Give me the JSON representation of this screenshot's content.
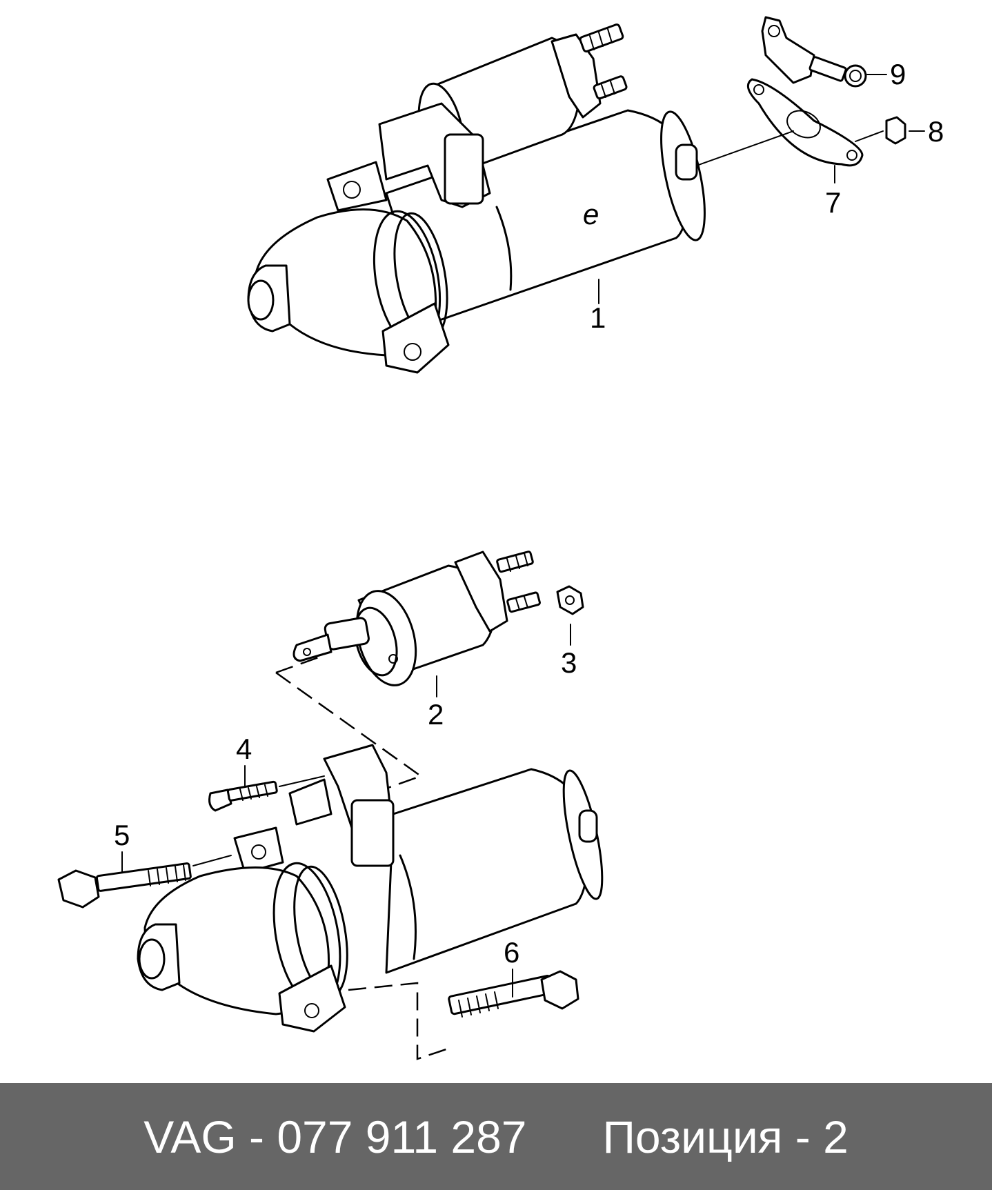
{
  "diagram": {
    "callouts": [
      {
        "id": "1",
        "label": "1"
      },
      {
        "id": "2",
        "label": "2"
      },
      {
        "id": "3",
        "label": "3"
      },
      {
        "id": "4",
        "label": "4"
      },
      {
        "id": "5",
        "label": "5"
      },
      {
        "id": "6",
        "label": "6"
      },
      {
        "id": "7",
        "label": "7"
      },
      {
        "id": "8",
        "label": "8"
      },
      {
        "id": "9",
        "label": "9"
      }
    ],
    "body_mark": "e"
  },
  "footer": {
    "part_number": "VAG - 077 911 287",
    "position": "Позиция - 2"
  },
  "colors": {
    "footer_bg": "#666666",
    "footer_text": "#ffffff",
    "line": "#000000"
  }
}
